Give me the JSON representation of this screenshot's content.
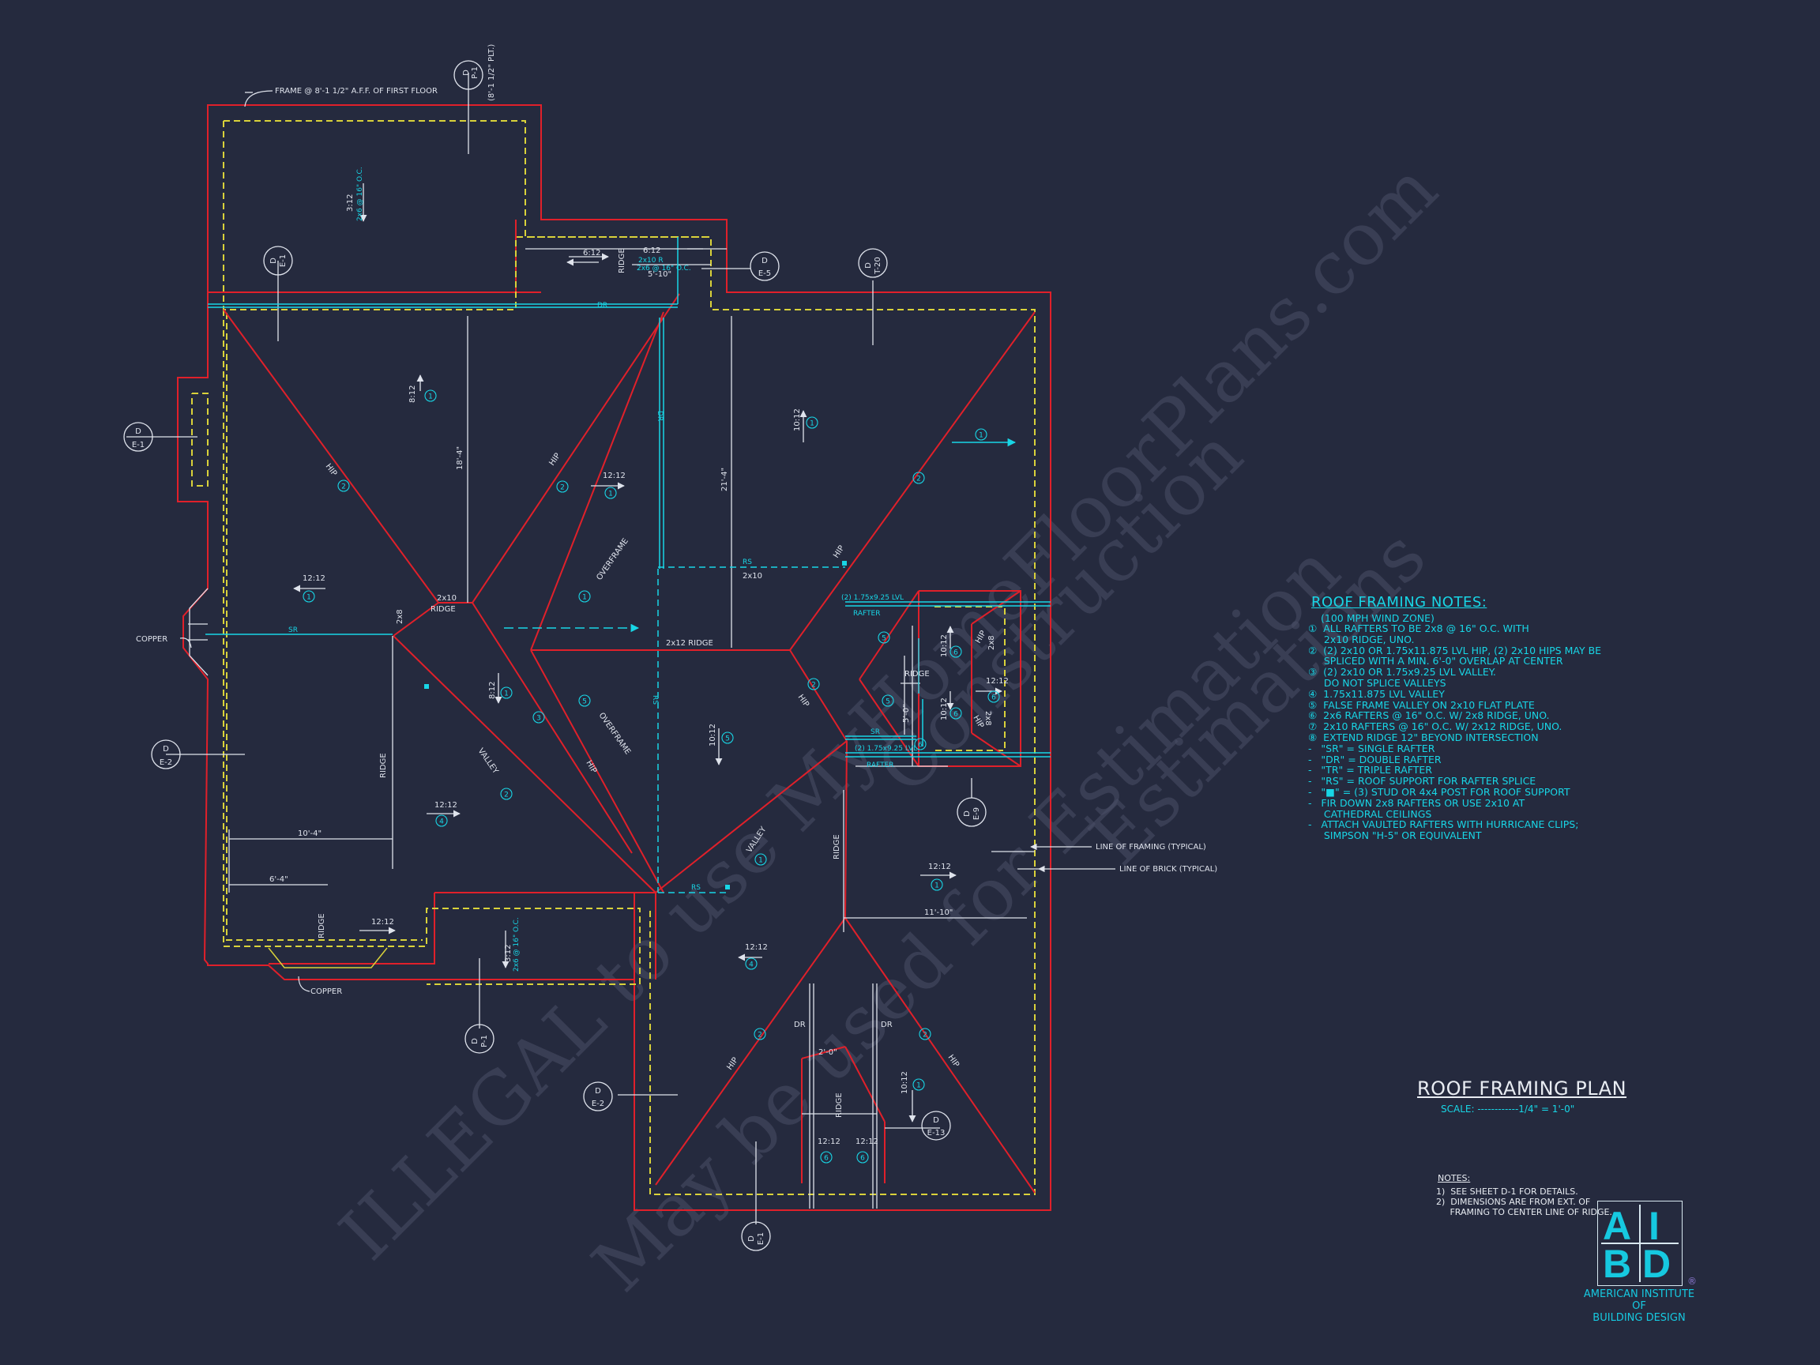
{
  "colors": {
    "background": "#252a3e",
    "wall": "#e0202a",
    "framing": "#d9d23a",
    "annotation": "#18d6e6",
    "linework": "#dfe3ec"
  },
  "watermark": {
    "line1": "ILLEGAL to use MyHomeFloorPlans.com",
    "line2": "May be used for Estimation",
    "line3": "Construction",
    "line4": "Estimations"
  },
  "callouts": {
    "frame_note": "FRAME @ 8'-1 1/2\" A.F.F. OF FIRST FLOOR",
    "plt": "(8'-1 1/2\" PLT.)",
    "copper_left": "COPPER",
    "copper_bottom": "COPPER",
    "line_of_framing": "LINE OF FRAMING (TYPICAL)",
    "line_of_brick": "LINE OF BRICK (TYPICAL)"
  },
  "section_markers": [
    {
      "letter": "D",
      "sheet": "P-1"
    },
    {
      "letter": "D",
      "sheet": "E-1"
    },
    {
      "letter": "D",
      "sheet": "E-5"
    },
    {
      "letter": "D",
      "sheet": "T-20"
    },
    {
      "letter": "D",
      "sheet": "E-1"
    },
    {
      "letter": "D",
      "sheet": "E-2"
    },
    {
      "letter": "D",
      "sheet": "E-9"
    },
    {
      "letter": "D",
      "sheet": "P-1"
    },
    {
      "letter": "D",
      "sheet": "E-2"
    },
    {
      "letter": "D",
      "sheet": "E-13"
    },
    {
      "letter": "D",
      "sheet": "E-1"
    }
  ],
  "plan_labels": {
    "dr_top": "DR",
    "hip": "HIP",
    "ridge": "RIDGE",
    "valley": "VALLEY",
    "overframe": "OVERFRAME",
    "sr": "SR",
    "rs": "RS",
    "dr": "DR",
    "rafter": "RAFTER",
    "lvl": "(2) 1.75x9.25 LVL",
    "ridge_2x12": "2x12 RIDGE",
    "twox10": "2x10",
    "twox8": "2x8",
    "dim_18_4": "18'-4\"",
    "dim_21_4": "21'-4\"",
    "dim_10_4": "10'-4\"",
    "dim_6_4": "6'-4\"",
    "dim_11_10": "11'-10\"",
    "dim_5_10": "5'-10\"",
    "dim_2_0": "2'-0\"",
    "dim_5_0": "5'-0\"",
    "p_12_12": "12:12",
    "p_8_12": "8:12",
    "p_10_12": "10:12",
    "p_6_12": "6:12",
    "p_3_12": "3:12",
    "oc_note": "2x6 @ 16\" O.C.",
    "ridge_note": "2x10 R"
  },
  "roof_framing_notes": {
    "title": "ROOF FRAMING NOTES:",
    "subtitle": "(100 MPH WIND ZONE)",
    "items": [
      "①  ALL RAFTERS TO BE 2x8 @ 16\" O.C. WITH",
      "     2x10 RIDGE, UNO.",
      "②  (2) 2x10 OR 1.75x11.875 LVL HIP, (2) 2x10 HIPS MAY BE",
      "     SPLICED WITH A MIN. 6'-0\" OVERLAP AT CENTER",
      "③  (2) 2x10 OR 1.75x9.25 LVL VALLEY.",
      "     DO NOT SPLICE VALLEYS",
      "④  1.75x11.875 LVL VALLEY",
      "⑤  FALSE FRAME VALLEY ON 2x10 FLAT PLATE",
      "⑥  2x6 RAFTERS @ 16\" O.C. W/ 2x8 RIDGE, UNO.",
      "⑦  2x10 RAFTERS @ 16\" O.C. W/ 2x12 RIDGE, UNO.",
      "⑧  EXTEND RIDGE 12\" BEYOND INTERSECTION",
      "-   \"SR\" = SINGLE RAFTER",
      "-   \"DR\" = DOUBLE RAFTER",
      "-   \"TR\" = TRIPLE RAFTER",
      "-   \"RS\" = ROOF SUPPORT FOR RAFTER SPLICE",
      "-   \"■\" = (3) STUD OR 4x4 POST FOR ROOF SUPPORT",
      "-   FIR DOWN 2x8 RAFTERS OR USE 2x10 AT",
      "     CATHEDRAL CEILINGS",
      "-   ATTACH VAULTED RAFTERS WITH HURRICANE CLIPS;",
      "     SIMPSON \"H-5\" OR EQUIVALENT"
    ]
  },
  "plan_title": "ROOF FRAMING PLAN",
  "plan_scale": "SCALE: ------------1/4\" = 1'-0\"",
  "general_notes": {
    "title": "NOTES:",
    "items": [
      "1)  SEE SHEET D-1 FOR DETAILS.",
      "2)  DIMENSIONS ARE FROM EXT. OF",
      "     FRAMING TO CENTER LINE OF RIDGE."
    ]
  },
  "logo": {
    "a": "A",
    "i": "I",
    "b": "B",
    "d": "D",
    "reg": "®",
    "line1": "AMERICAN INSTITUTE",
    "line2": "OF",
    "line3": "BUILDING DESIGN"
  }
}
